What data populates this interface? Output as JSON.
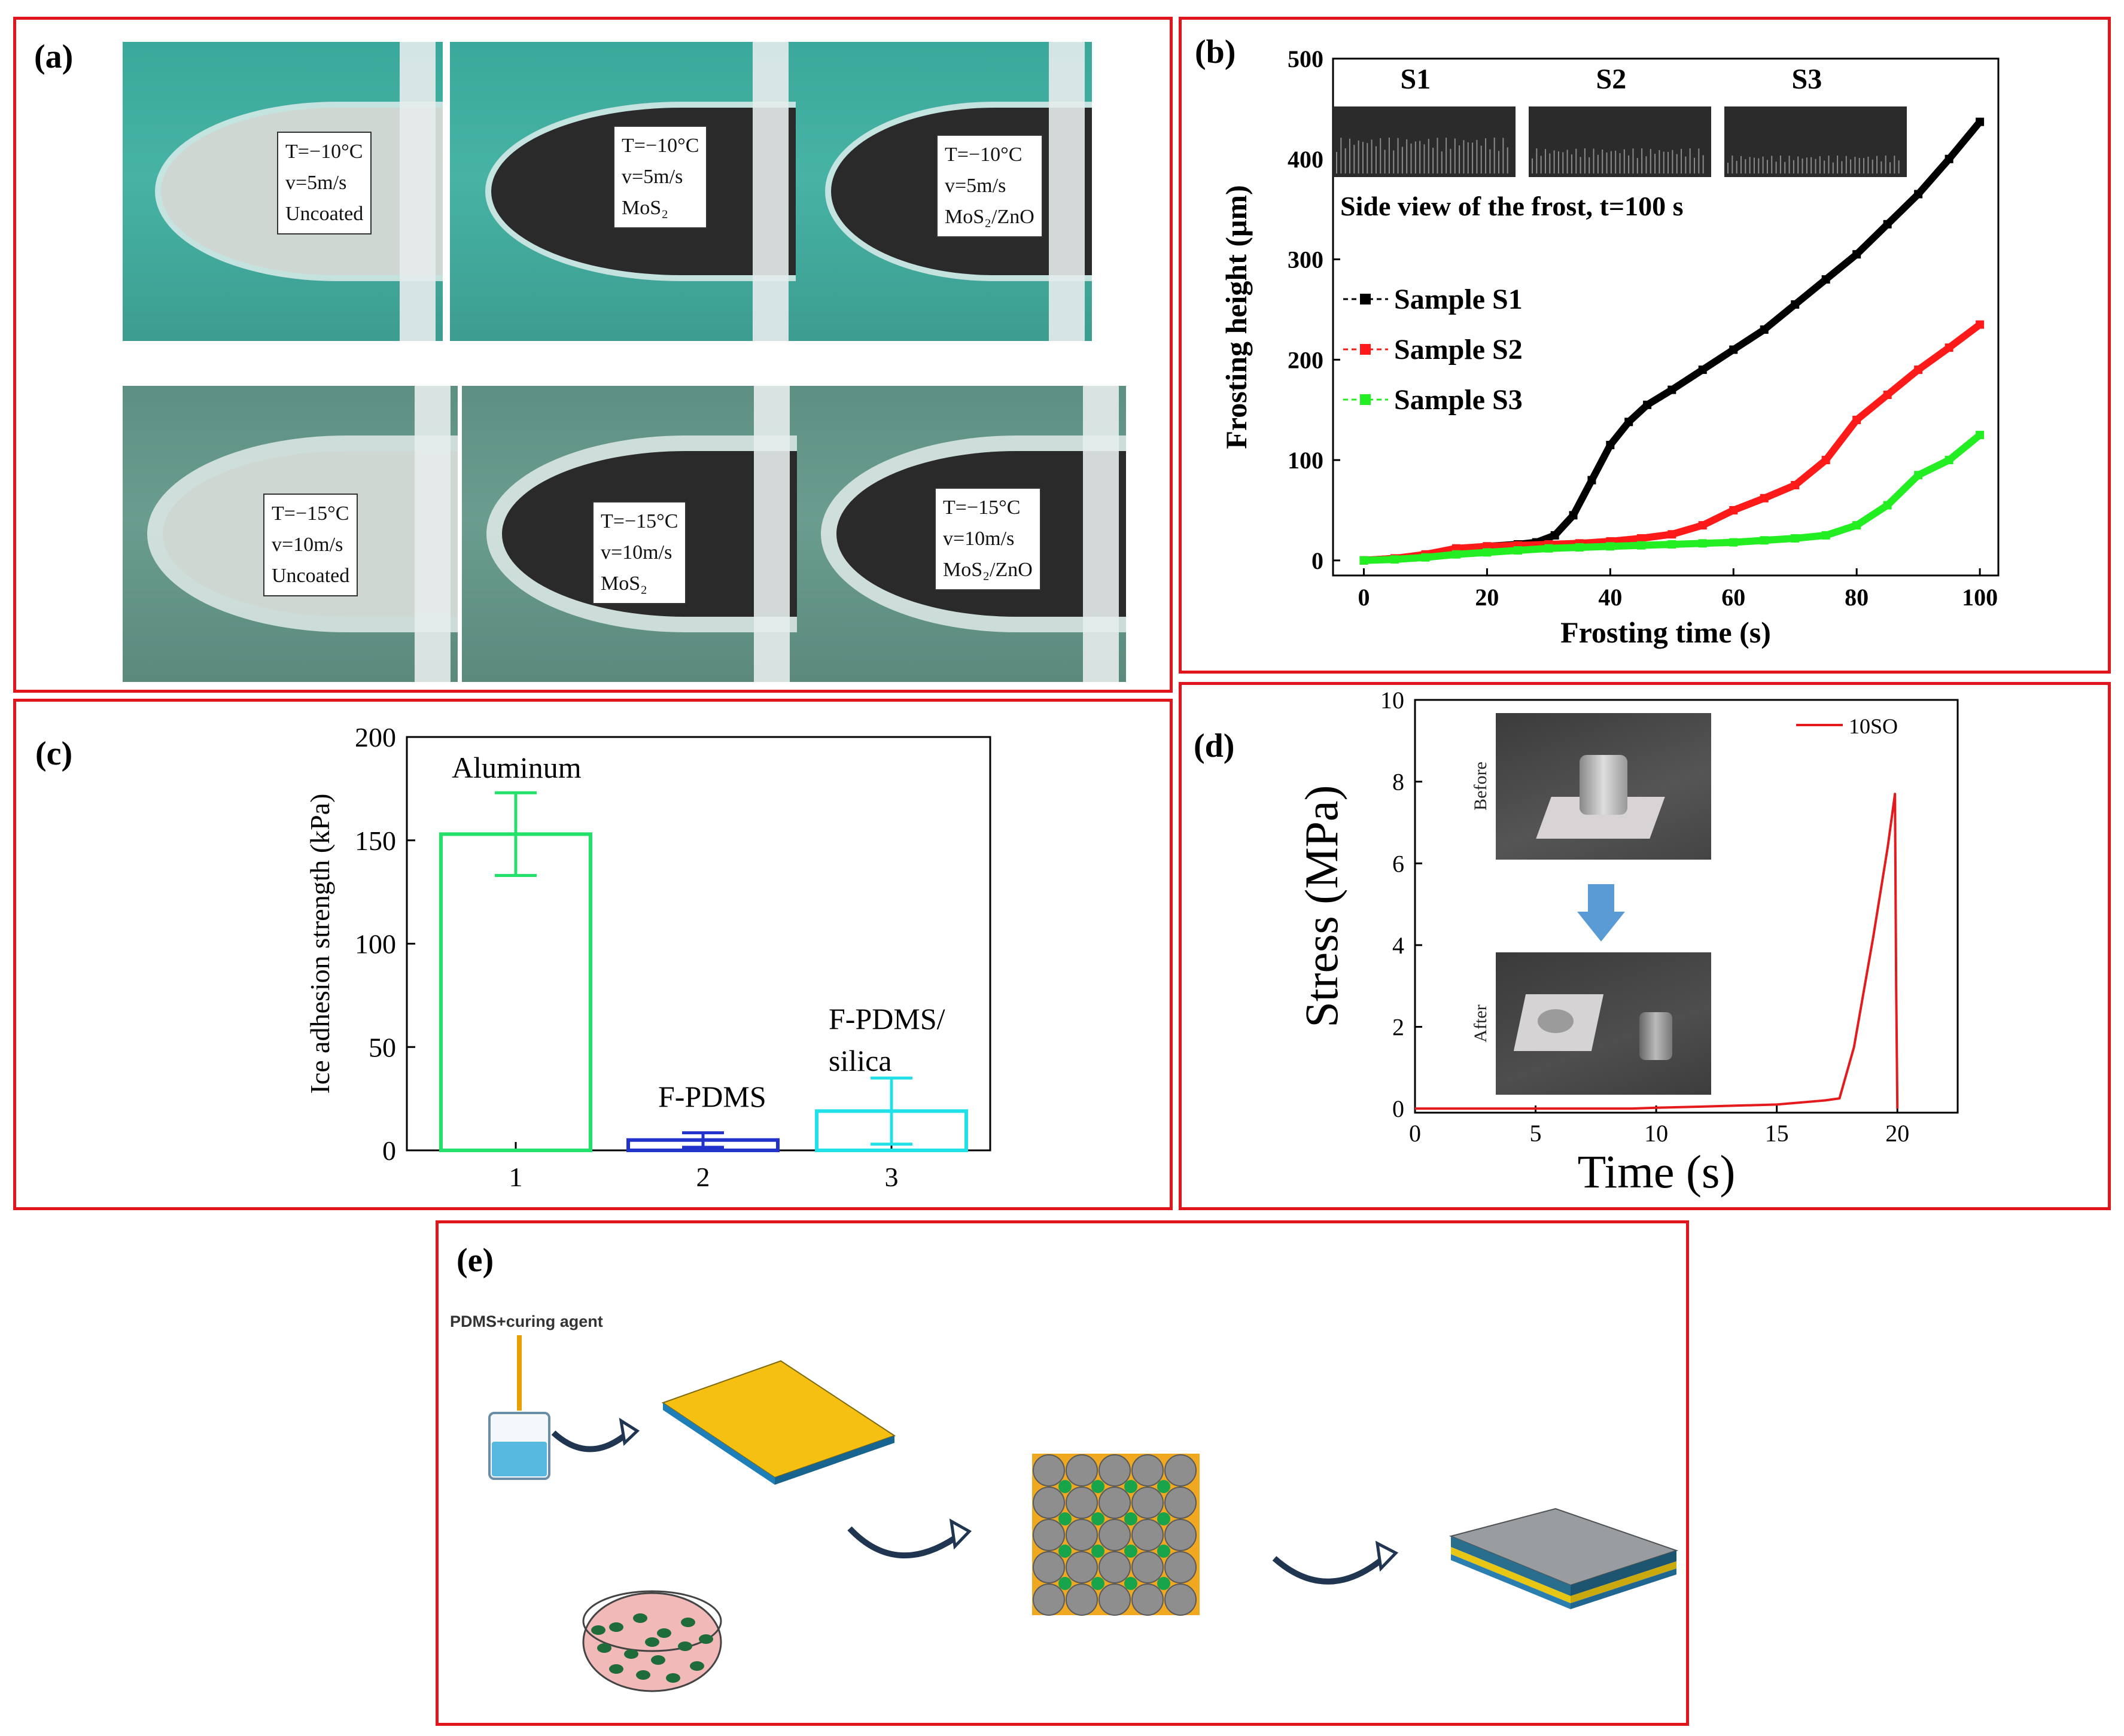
{
  "panels": {
    "a": {
      "label": "(a)",
      "photos": [
        {
          "T": "T=−10°C",
          "v": "v=5m/s",
          "coating": "Uncoated"
        },
        {
          "T": "T=−10°C",
          "v": "v=5m/s",
          "coating": "MoS₂"
        },
        {
          "T": "T=−10°C",
          "v": "v=5m/s",
          "coating": "MoS₂/ZnO"
        },
        {
          "T": "T=−15°C",
          "v": "v=10m/s",
          "coating": "Uncoated"
        },
        {
          "T": "T=−15°C",
          "v": "v=10m/s",
          "coating": "MoS₂"
        },
        {
          "T": "T=−15°C",
          "v": "v=10m/s",
          "coating": "MoS₂/ZnO"
        }
      ]
    },
    "b": {
      "label": "(b)"
    },
    "c": {
      "label": "(c)"
    },
    "d": {
      "label": "(d)",
      "inset_before": "Before",
      "inset_after": "After"
    },
    "e": {
      "label": "(e)",
      "pdms_label": "PDMS+curing agent"
    }
  },
  "colors": {
    "frame": "#e0161c",
    "s1": "#000000",
    "s2": "#ff1a1a",
    "s3": "#22ee22",
    "bar1": "#22e06a",
    "bar2": "#2233cc",
    "bar3": "#22e0e8",
    "stress": "#e41a1c"
  },
  "chart_data": [
    {
      "type": "line",
      "panel": "b",
      "title": "",
      "xlabel": "Frosting time (s)",
      "ylabel": "Frosting height (μm)",
      "xlim": [
        -5,
        103
      ],
      "ylim": [
        -15,
        500
      ],
      "xticks": [
        0,
        20,
        40,
        60,
        80,
        100
      ],
      "yticks": [
        0,
        100,
        200,
        300,
        400,
        500
      ],
      "inset_labels": [
        "S1",
        "S2",
        "S3"
      ],
      "inset_caption": "Side view of the frost, t=100 s",
      "series": [
        {
          "name": "Sample S1",
          "color": "#000000",
          "x": [
            0,
            5,
            10,
            15,
            20,
            25,
            28,
            31,
            34,
            37,
            40,
            43,
            46,
            50,
            55,
            60,
            65,
            70,
            75,
            80,
            85,
            90,
            95,
            100
          ],
          "y": [
            0,
            2,
            5,
            10,
            14,
            16,
            18,
            25,
            45,
            80,
            115,
            138,
            155,
            170,
            190,
            210,
            230,
            255,
            280,
            305,
            335,
            365,
            400,
            437
          ]
        },
        {
          "name": "Sample S2",
          "color": "#ff1a1a",
          "x": [
            0,
            5,
            10,
            15,
            20,
            25,
            30,
            35,
            40,
            45,
            50,
            55,
            60,
            65,
            70,
            75,
            80,
            85,
            90,
            95,
            100
          ],
          "y": [
            0,
            2,
            6,
            12,
            14,
            15,
            16,
            17,
            19,
            22,
            26,
            35,
            50,
            62,
            75,
            100,
            140,
            165,
            190,
            212,
            235
          ]
        },
        {
          "name": "Sample S3",
          "color": "#22ee22",
          "x": [
            0,
            5,
            10,
            15,
            20,
            25,
            30,
            35,
            40,
            45,
            50,
            55,
            60,
            65,
            70,
            75,
            80,
            85,
            90,
            95,
            100
          ],
          "y": [
            0,
            1,
            3,
            6,
            8,
            10,
            12,
            13,
            14,
            15,
            16,
            17,
            18,
            20,
            22,
            25,
            35,
            55,
            85,
            100,
            125
          ]
        }
      ]
    },
    {
      "type": "bar",
      "panel": "c",
      "title": "",
      "xlabel": "",
      "ylabel": "Ice adhesion strength (kPa)",
      "ylim": [
        0,
        200
      ],
      "yticks": [
        0,
        50,
        100,
        150,
        200
      ],
      "categories": [
        "1",
        "2",
        "3"
      ],
      "values": [
        153,
        5,
        19
      ],
      "errors": [
        20,
        3.5,
        16
      ],
      "bar_labels": [
        "Aluminum",
        "F-PDMS",
        "F-PDMS/",
        "silica"
      ]
    },
    {
      "type": "line",
      "panel": "d",
      "title": "",
      "xlabel": "Time (s)",
      "ylabel": "Stress (MPa)",
      "xlim": [
        0,
        22.5
      ],
      "ylim": [
        -0.1,
        10
      ],
      "xticks": [
        0,
        5,
        10,
        15,
        20
      ],
      "yticks": [
        0,
        2,
        4,
        6,
        8,
        10
      ],
      "series": [
        {
          "name": "10SO",
          "color": "#e41a1c",
          "x": [
            0,
            5,
            9,
            10,
            12,
            15,
            17,
            17.6,
            18.2,
            19.0,
            19.6,
            19.9,
            19.95,
            20.0
          ],
          "y": [
            0,
            0,
            0,
            0.02,
            0.05,
            0.1,
            0.2,
            0.25,
            1.5,
            4.2,
            6.4,
            7.7,
            3.0,
            0.0
          ]
        }
      ]
    }
  ]
}
